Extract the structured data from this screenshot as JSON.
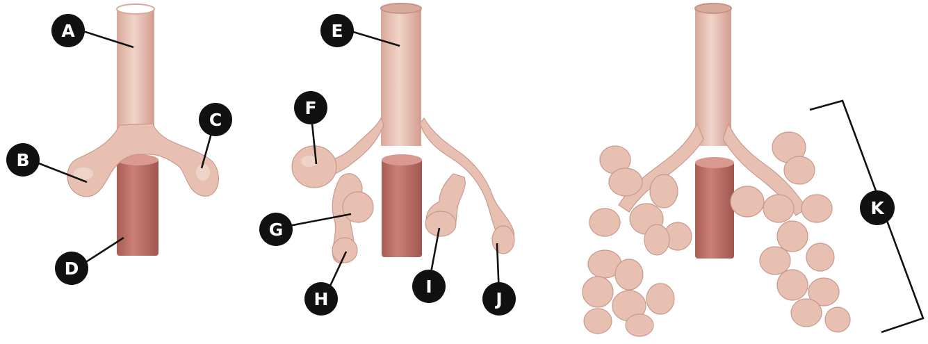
{
  "diagram": {
    "stages": [
      {
        "id": "stage-1",
        "labels": [
          "A",
          "B",
          "C",
          "D"
        ]
      },
      {
        "id": "stage-2",
        "labels": [
          "E",
          "F",
          "G",
          "H",
          "I",
          "J"
        ]
      },
      {
        "id": "stage-3",
        "labels": [
          "K"
        ]
      }
    ],
    "labels": {
      "A": "A",
      "B": "B",
      "C": "C",
      "D": "D",
      "E": "E",
      "F": "F",
      "G": "G",
      "H": "H",
      "I": "I",
      "J": "J",
      "K": "K"
    },
    "colors": {
      "airway": "#e8c0b2",
      "airway_outline": "#c89a8e",
      "airway_highlight": "#f3d9cf",
      "esophagus": "#c67a70",
      "esophagus_shade": "#a85d55",
      "label_circle": "#111111",
      "label_text": "#ffffff"
    }
  }
}
